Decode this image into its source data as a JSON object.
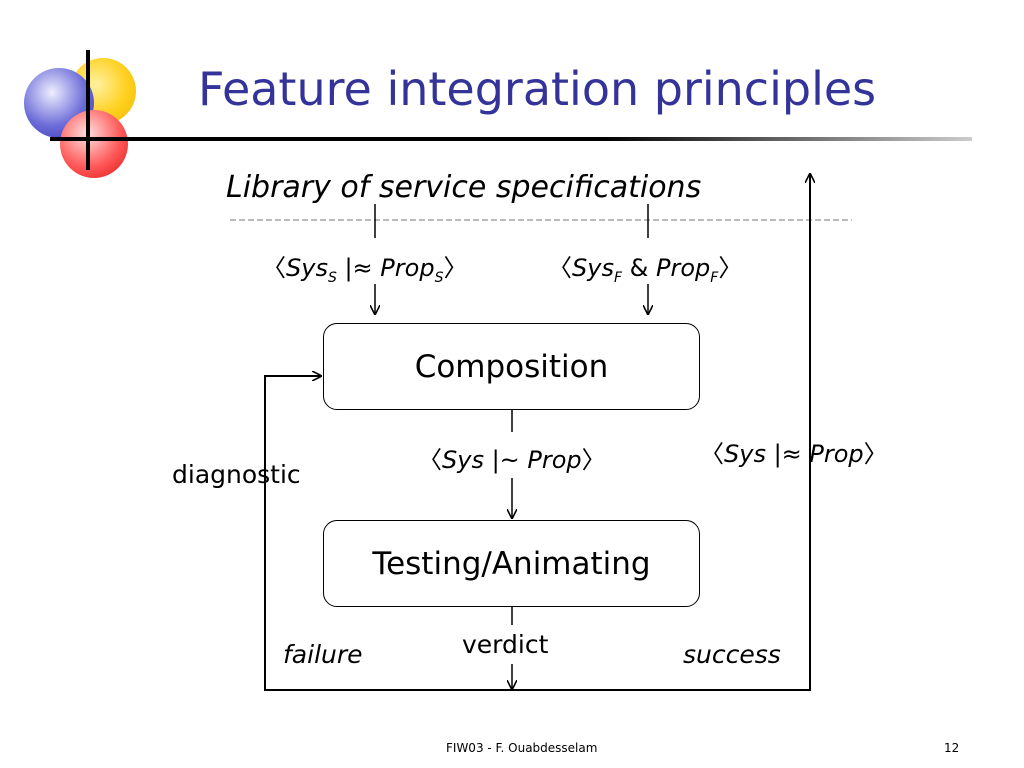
{
  "slide": {
    "title": "Feature integration principles",
    "footer": "FIW03 - F. Ouabdesselam",
    "page_number": "12"
  },
  "diagram": {
    "library_label": "Library of service specifications",
    "spec_service": {
      "open": "〈",
      "sys": "Sys",
      "sys_sub": "S",
      "rel": " |≈ ",
      "prop": "Prop",
      "prop_sub": "S",
      "close": "〉"
    },
    "spec_feature": {
      "open": "〈",
      "sys": "Sys",
      "sys_sub": "F",
      "rel": " & ",
      "prop": "Prop",
      "prop_sub": "F",
      "close": "〉"
    },
    "composition_label": "Composition",
    "composed_spec": {
      "open": "〈",
      "sys": "Sys",
      "rel": " |~ ",
      "prop": "Prop",
      "close": "〉"
    },
    "testing_label": "Testing/Animating",
    "success_spec": {
      "open": "〈",
      "sys": "Sys",
      "rel": " |≈ ",
      "prop": "Prop",
      "close": "〉"
    },
    "diagnostic_label": "diagnostic",
    "failure_label": "failure",
    "verdict_label": "verdict",
    "success_label": "success"
  },
  "colors": {
    "title": "#333399",
    "logo_yellow": "#ffd020",
    "logo_blue": "#6a6ad8",
    "logo_red": "#ff5a5a"
  }
}
